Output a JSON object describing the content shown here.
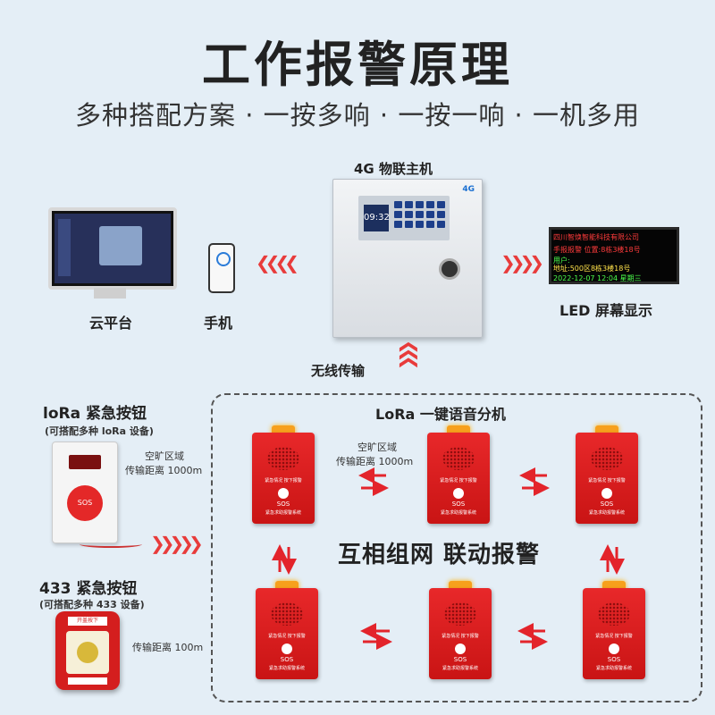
{
  "title": "工作报警原理",
  "subtitle": "多种搭配方案 · 一按多响 · 一按一响 · 一机多用",
  "host": {
    "label": "4G 物联主机",
    "lcd_time": "09:32",
    "badge": "4G"
  },
  "cloud": {
    "label": "云平台"
  },
  "phone": {
    "label": "手机"
  },
  "led": {
    "label": "LED 屏幕显示",
    "lines": [
      "四川智焕智能科技有限公司",
      "手报报警   位置:8栋3楼18号",
      "用户:",
      "地址:500区8栋3楼18号",
      "2022-12-07    12:04    星期三"
    ],
    "colors": [
      "#ff3b3b",
      "#ff3b3b",
      "#4cff4c",
      "#ffe24a",
      "#4cff4c"
    ]
  },
  "wireless_label": "无线传输",
  "lora_button": {
    "title": "loRa 紧急按钮",
    "note": "(可搭配多种 loRa 设备)",
    "area": "空旷区域",
    "distance": "传输距离 1000m",
    "sos": "SOS"
  },
  "button_433": {
    "title": "433 紧急按钮",
    "note": "(可搭配多种 433 设备)",
    "distance": "传输距离 100m",
    "face_label": "开盖按下"
  },
  "voice_group": {
    "title": "LoRa 一键语音分机",
    "area": "空旷区域",
    "distance": "传输距离 1000m",
    "network_text": "互相组网  联动报警",
    "unit_top_text": "紧急情况  按下报警",
    "unit_sos": "SOS",
    "unit_bottom_text": "紧急求助报警系统"
  }
}
